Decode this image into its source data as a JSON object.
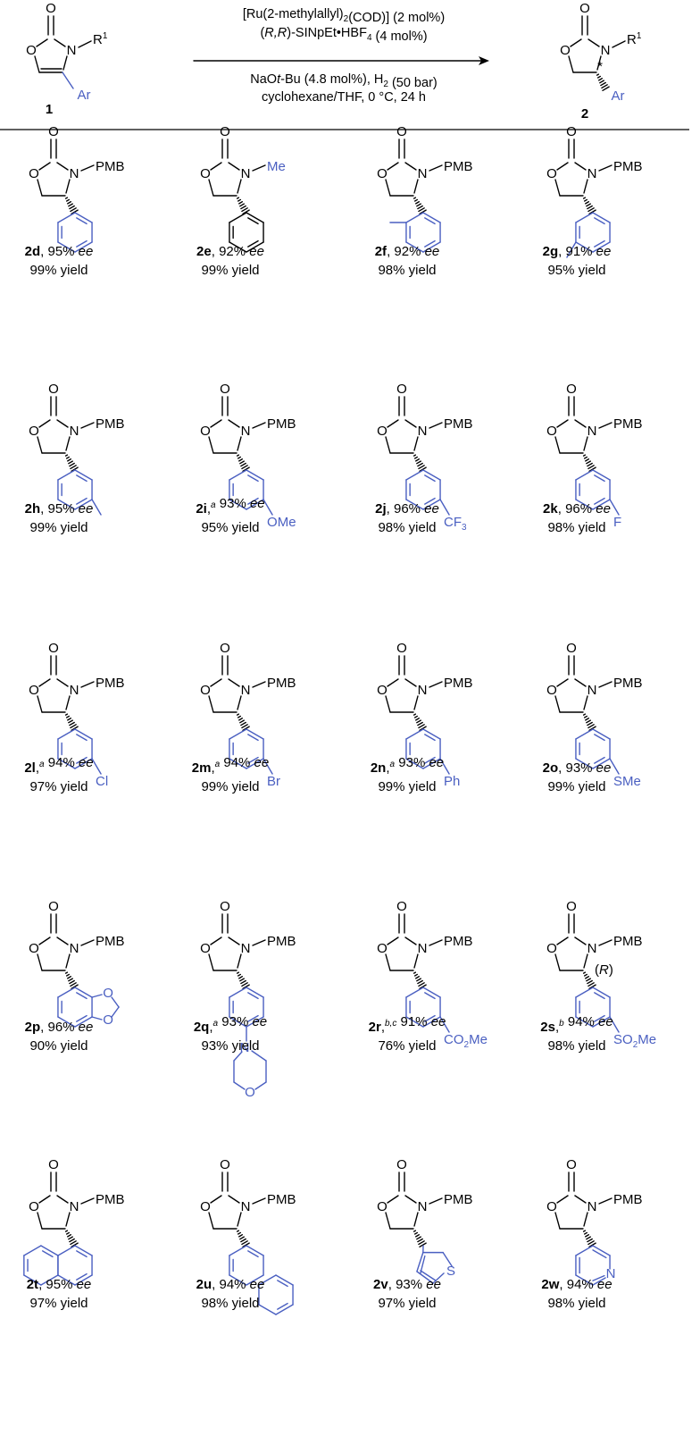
{
  "reaction": {
    "reactant_label": "1",
    "product_label": "2",
    "reactant_r_group": "R",
    "reactant_r_sup": "1",
    "aryl_label": "Ar",
    "stereo_mark": "*",
    "conditions_above": [
      {
        "parts": [
          {
            "t": "[Ru(2-methylallyl)"
          },
          {
            "t": "2",
            "sub": true
          },
          {
            "t": "(COD)] (2 mol%)"
          }
        ]
      },
      {
        "parts": [
          {
            "t": "(",
            "i": false
          },
          {
            "t": "R,R",
            "i": true
          },
          {
            "t": ")-SINpEt•HBF"
          },
          {
            "t": "4",
            "sub": true
          },
          {
            "t": " (4 mol%)"
          }
        ]
      }
    ],
    "conditions_below": [
      {
        "parts": [
          {
            "t": "NaO"
          },
          {
            "t": "t",
            "i": true
          },
          {
            "t": "-Bu (4.8 mol%), H"
          },
          {
            "t": "2",
            "sub": true
          },
          {
            "t": " (50 bar)"
          }
        ]
      },
      {
        "parts": [
          {
            "t": "cyclohexane/THF, 0 °C, 24 h"
          }
        ]
      }
    ]
  },
  "atoms": {
    "O": "O",
    "N": "N",
    "PMB": "PMB",
    "Me": "Me"
  },
  "products": [
    {
      "id": "2d",
      "sup": "",
      "ee": "95%",
      "yield": "99% yield",
      "n_group": "PMB",
      "aryl": "phenyl"
    },
    {
      "id": "2e",
      "sup": "",
      "ee": "92%",
      "yield": "99% yield",
      "n_group": "Me",
      "aryl": "phenyl"
    },
    {
      "id": "2f",
      "sup": "",
      "ee": "92%",
      "yield": "98% yield",
      "n_group": "PMB",
      "aryl": "o-tolyl"
    },
    {
      "id": "2g",
      "sup": "",
      "ee": "91%",
      "yield": "95% yield",
      "n_group": "PMB",
      "aryl": "m-tolyl"
    },
    {
      "id": "2h",
      "sup": "",
      "ee": "95%",
      "yield": "99% yield",
      "n_group": "PMB",
      "aryl": "p-sub",
      "para": ""
    },
    {
      "id": "2i",
      "sup": "a",
      "ee": "93%",
      "yield": "95% yield",
      "n_group": "PMB",
      "aryl": "p-sub",
      "para": "OMe"
    },
    {
      "id": "2j",
      "sup": "",
      "ee": "96%",
      "yield": "98% yield",
      "n_group": "PMB",
      "aryl": "p-sub",
      "para": "CF",
      "para_sub": "3"
    },
    {
      "id": "2k",
      "sup": "",
      "ee": "96%",
      "yield": "98% yield",
      "n_group": "PMB",
      "aryl": "p-sub",
      "para": "F"
    },
    {
      "id": "2l",
      "sup": "a",
      "ee": "94%",
      "yield": "97% yield",
      "n_group": "PMB",
      "aryl": "p-sub",
      "para": "Cl"
    },
    {
      "id": "2m",
      "sup": "a",
      "ee": "94%",
      "yield": "99% yield",
      "n_group": "PMB",
      "aryl": "p-sub",
      "para": "Br"
    },
    {
      "id": "2n",
      "sup": "a",
      "ee": "93%",
      "yield": "99% yield",
      "n_group": "PMB",
      "aryl": "p-sub",
      "para": "Ph"
    },
    {
      "id": "2o",
      "sup": "",
      "ee": "93%",
      "yield": "99% yield",
      "n_group": "PMB",
      "aryl": "p-sub",
      "para": "SMe"
    },
    {
      "id": "2p",
      "sup": "",
      "ee": "96%",
      "yield": "90% yield",
      "n_group": "PMB",
      "aryl": "benzodioxole",
      "ring_atom": "O"
    },
    {
      "id": "2q",
      "sup": "a",
      "ee": "93%",
      "yield": "93% yield",
      "n_group": "PMB",
      "aryl": "morpholinophenyl",
      "ring_atoms": [
        "N",
        "O"
      ]
    },
    {
      "id": "2r",
      "sup": "b,c",
      "ee": "91%",
      "yield": "76% yield",
      "n_group": "PMB",
      "aryl": "p-sub",
      "para": "CO",
      "para_sub": "2",
      "para_tail": "Me"
    },
    {
      "id": "2s",
      "sup": "b",
      "ee": "94%",
      "yield": "98% yield",
      "n_group": "PMB",
      "aryl": "p-sub",
      "para": "SO",
      "para_sub": "2",
      "para_tail": "Me",
      "config": "R"
    },
    {
      "id": "2t",
      "sup": "",
      "ee": "95%",
      "yield": "97% yield",
      "n_group": "PMB",
      "aryl": "1-naphthyl"
    },
    {
      "id": "2u",
      "sup": "",
      "ee": "94%",
      "yield": "98% yield",
      "n_group": "PMB",
      "aryl": "2-naphthyl"
    },
    {
      "id": "2v",
      "sup": "",
      "ee": "93%",
      "yield": "97% yield",
      "n_group": "PMB",
      "aryl": "3-thienyl",
      "ring_atom": "S"
    },
    {
      "id": "2w",
      "sup": "",
      "ee": "94%",
      "yield": "98% yield",
      "n_group": "PMB",
      "aryl": "3-pyridyl",
      "ring_atom": "N"
    }
  ],
  "ee_label": "ee",
  "colors": {
    "substituent": "#4a5fc1",
    "bond": "#000000"
  }
}
